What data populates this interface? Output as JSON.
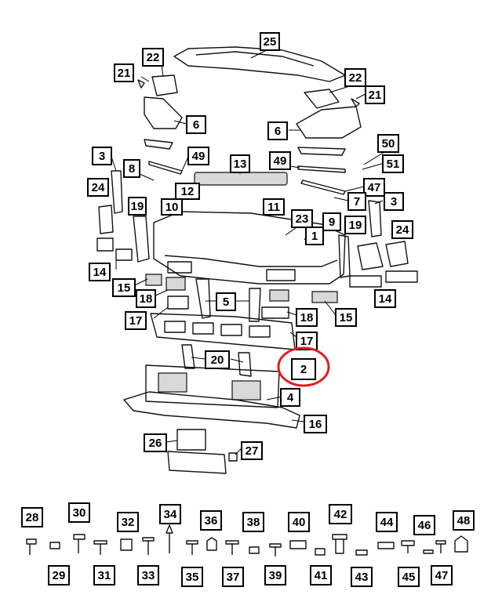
{
  "colors": {
    "highlight": "#e21c24",
    "line": "#000000",
    "fill": "#d8d8d8"
  },
  "highlighted_part": "2",
  "callouts": [
    {
      "label": "25"
    },
    {
      "label": "22"
    },
    {
      "label": "21"
    },
    {
      "label": "22"
    },
    {
      "label": "21"
    },
    {
      "label": "6"
    },
    {
      "label": "6"
    },
    {
      "label": "3"
    },
    {
      "label": "8"
    },
    {
      "label": "49"
    },
    {
      "label": "13"
    },
    {
      "label": "49"
    },
    {
      "label": "50"
    },
    {
      "label": "51"
    },
    {
      "label": "24"
    },
    {
      "label": "12"
    },
    {
      "label": "19"
    },
    {
      "label": "10"
    },
    {
      "label": "11"
    },
    {
      "label": "47"
    },
    {
      "label": "7"
    },
    {
      "label": "3"
    },
    {
      "label": "23"
    },
    {
      "label": "9"
    },
    {
      "label": "19"
    },
    {
      "label": "1"
    },
    {
      "label": "24"
    },
    {
      "label": "14"
    },
    {
      "label": "15"
    },
    {
      "label": "18"
    },
    {
      "label": "5"
    },
    {
      "label": "17"
    },
    {
      "label": "18"
    },
    {
      "label": "15"
    },
    {
      "label": "14"
    },
    {
      "label": "17"
    },
    {
      "label": "20"
    },
    {
      "label": "2"
    },
    {
      "label": "4"
    },
    {
      "label": "16"
    },
    {
      "label": "26"
    },
    {
      "label": "27"
    },
    {
      "label": "28"
    },
    {
      "label": "30"
    },
    {
      "label": "32"
    },
    {
      "label": "34"
    },
    {
      "label": "36"
    },
    {
      "label": "38"
    },
    {
      "label": "40"
    },
    {
      "label": "42"
    },
    {
      "label": "44"
    },
    {
      "label": "46"
    },
    {
      "label": "48"
    },
    {
      "label": "29"
    },
    {
      "label": "31"
    },
    {
      "label": "33"
    },
    {
      "label": "35"
    },
    {
      "label": "37"
    },
    {
      "label": "39"
    },
    {
      "label": "41"
    },
    {
      "label": "43"
    },
    {
      "label": "45"
    },
    {
      "label": "47"
    }
  ]
}
